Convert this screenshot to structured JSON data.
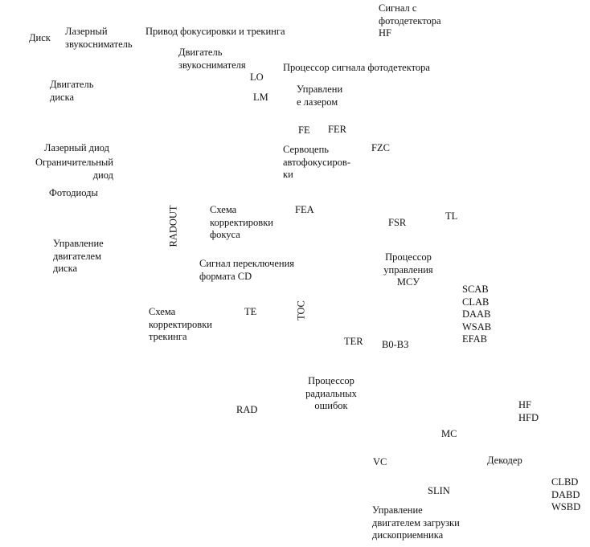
{
  "labels": {
    "disk": "Диск",
    "laser_pickup": "Лазерный\nзвукосниматель",
    "focus_tracking_drive": "Привод фокусировки и трекинга",
    "photodetector_signal_hf": "Сигнал с\nфотодетектора\nHF",
    "pickup_motor": "Двигатель\nзвукоснимателя",
    "lo": "LO",
    "photodetector_processor": "Процессор сигнала фотодетектора",
    "disk_motor": "Двигатель\nдиска",
    "lm": "LM",
    "laser_control": "Управлени\nе лазером",
    "fe": "FE",
    "fer": "FER",
    "laser_diode": "Лазерный диод",
    "limiting_diode": "Ограничительный\nдиод",
    "autofocus_servo": "Сервоцепь\nавтофокусиров-\nки",
    "fzc": "FZC",
    "photodiodes": "Фотодиоды",
    "radout": "RADOUT",
    "focus_correction": "Схема\nкорректировки\nфокуса",
    "fea": "FEA",
    "fsr": "FSR",
    "tl": "TL",
    "disk_motor_control": "Управление\nдвигателем\nдиска",
    "format_switch_signal": "Сигнал переключения\nформата CD",
    "mcu_processor": "Процессор\nуправления\nМСУ",
    "tracking_correction": "Схема\nкорректировки\nтрекинга",
    "te": "TE",
    "toc": "TOC",
    "flags_right": "SCAB\nCLAB\nDAAB\nWSAB\nEFAB",
    "ter": "TER",
    "b0_b3": "B0-B3",
    "radial_error_processor": "Процессор\nрадиальных\nошибок",
    "rad": "RAD",
    "hf_hfd": "HF\nHFD",
    "mc": "MC",
    "vc": "VC",
    "decoder": "Декодер",
    "slin": "SLIN",
    "clbd_group": "CLBD\nDABD\nWSBD",
    "loader_motor_control": "Управление\nдвигателем загрузки\nдископриемника"
  }
}
